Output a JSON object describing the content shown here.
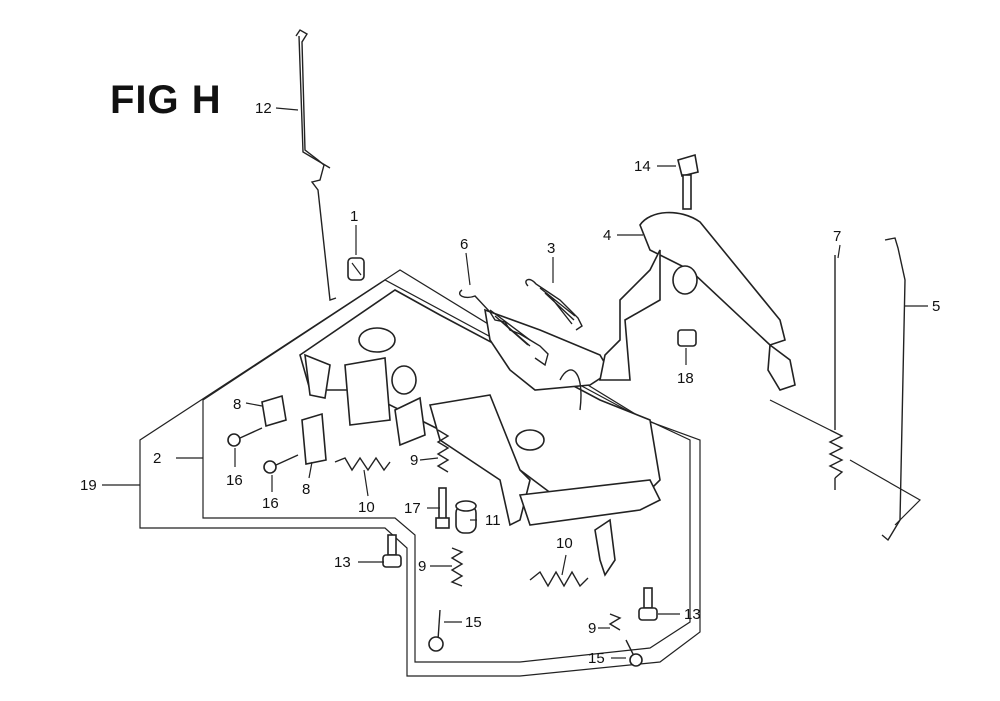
{
  "title": "FIG H",
  "callouts": [
    {
      "id": "c12",
      "text": "12"
    },
    {
      "id": "c1",
      "text": "1"
    },
    {
      "id": "c6",
      "text": "6"
    },
    {
      "id": "c3",
      "text": "3"
    },
    {
      "id": "c14",
      "text": "14"
    },
    {
      "id": "c4",
      "text": "4"
    },
    {
      "id": "c7",
      "text": "7"
    },
    {
      "id": "c5",
      "text": "5"
    },
    {
      "id": "c18",
      "text": "18"
    },
    {
      "id": "c8a",
      "text": "8"
    },
    {
      "id": "c2",
      "text": "2"
    },
    {
      "id": "c19",
      "text": "19"
    },
    {
      "id": "c16a",
      "text": "16"
    },
    {
      "id": "c16b",
      "text": "16"
    },
    {
      "id": "c8b",
      "text": "8"
    },
    {
      "id": "c10a",
      "text": "10"
    },
    {
      "id": "c9a",
      "text": "9"
    },
    {
      "id": "c17",
      "text": "17"
    },
    {
      "id": "c11",
      "text": "11"
    },
    {
      "id": "c13a",
      "text": "13"
    },
    {
      "id": "c9b",
      "text": "9"
    },
    {
      "id": "c10b",
      "text": "10"
    },
    {
      "id": "c15a",
      "text": "15"
    },
    {
      "id": "c9c",
      "text": "9"
    },
    {
      "id": "c13b",
      "text": "13"
    },
    {
      "id": "c15b",
      "text": "15"
    }
  ]
}
